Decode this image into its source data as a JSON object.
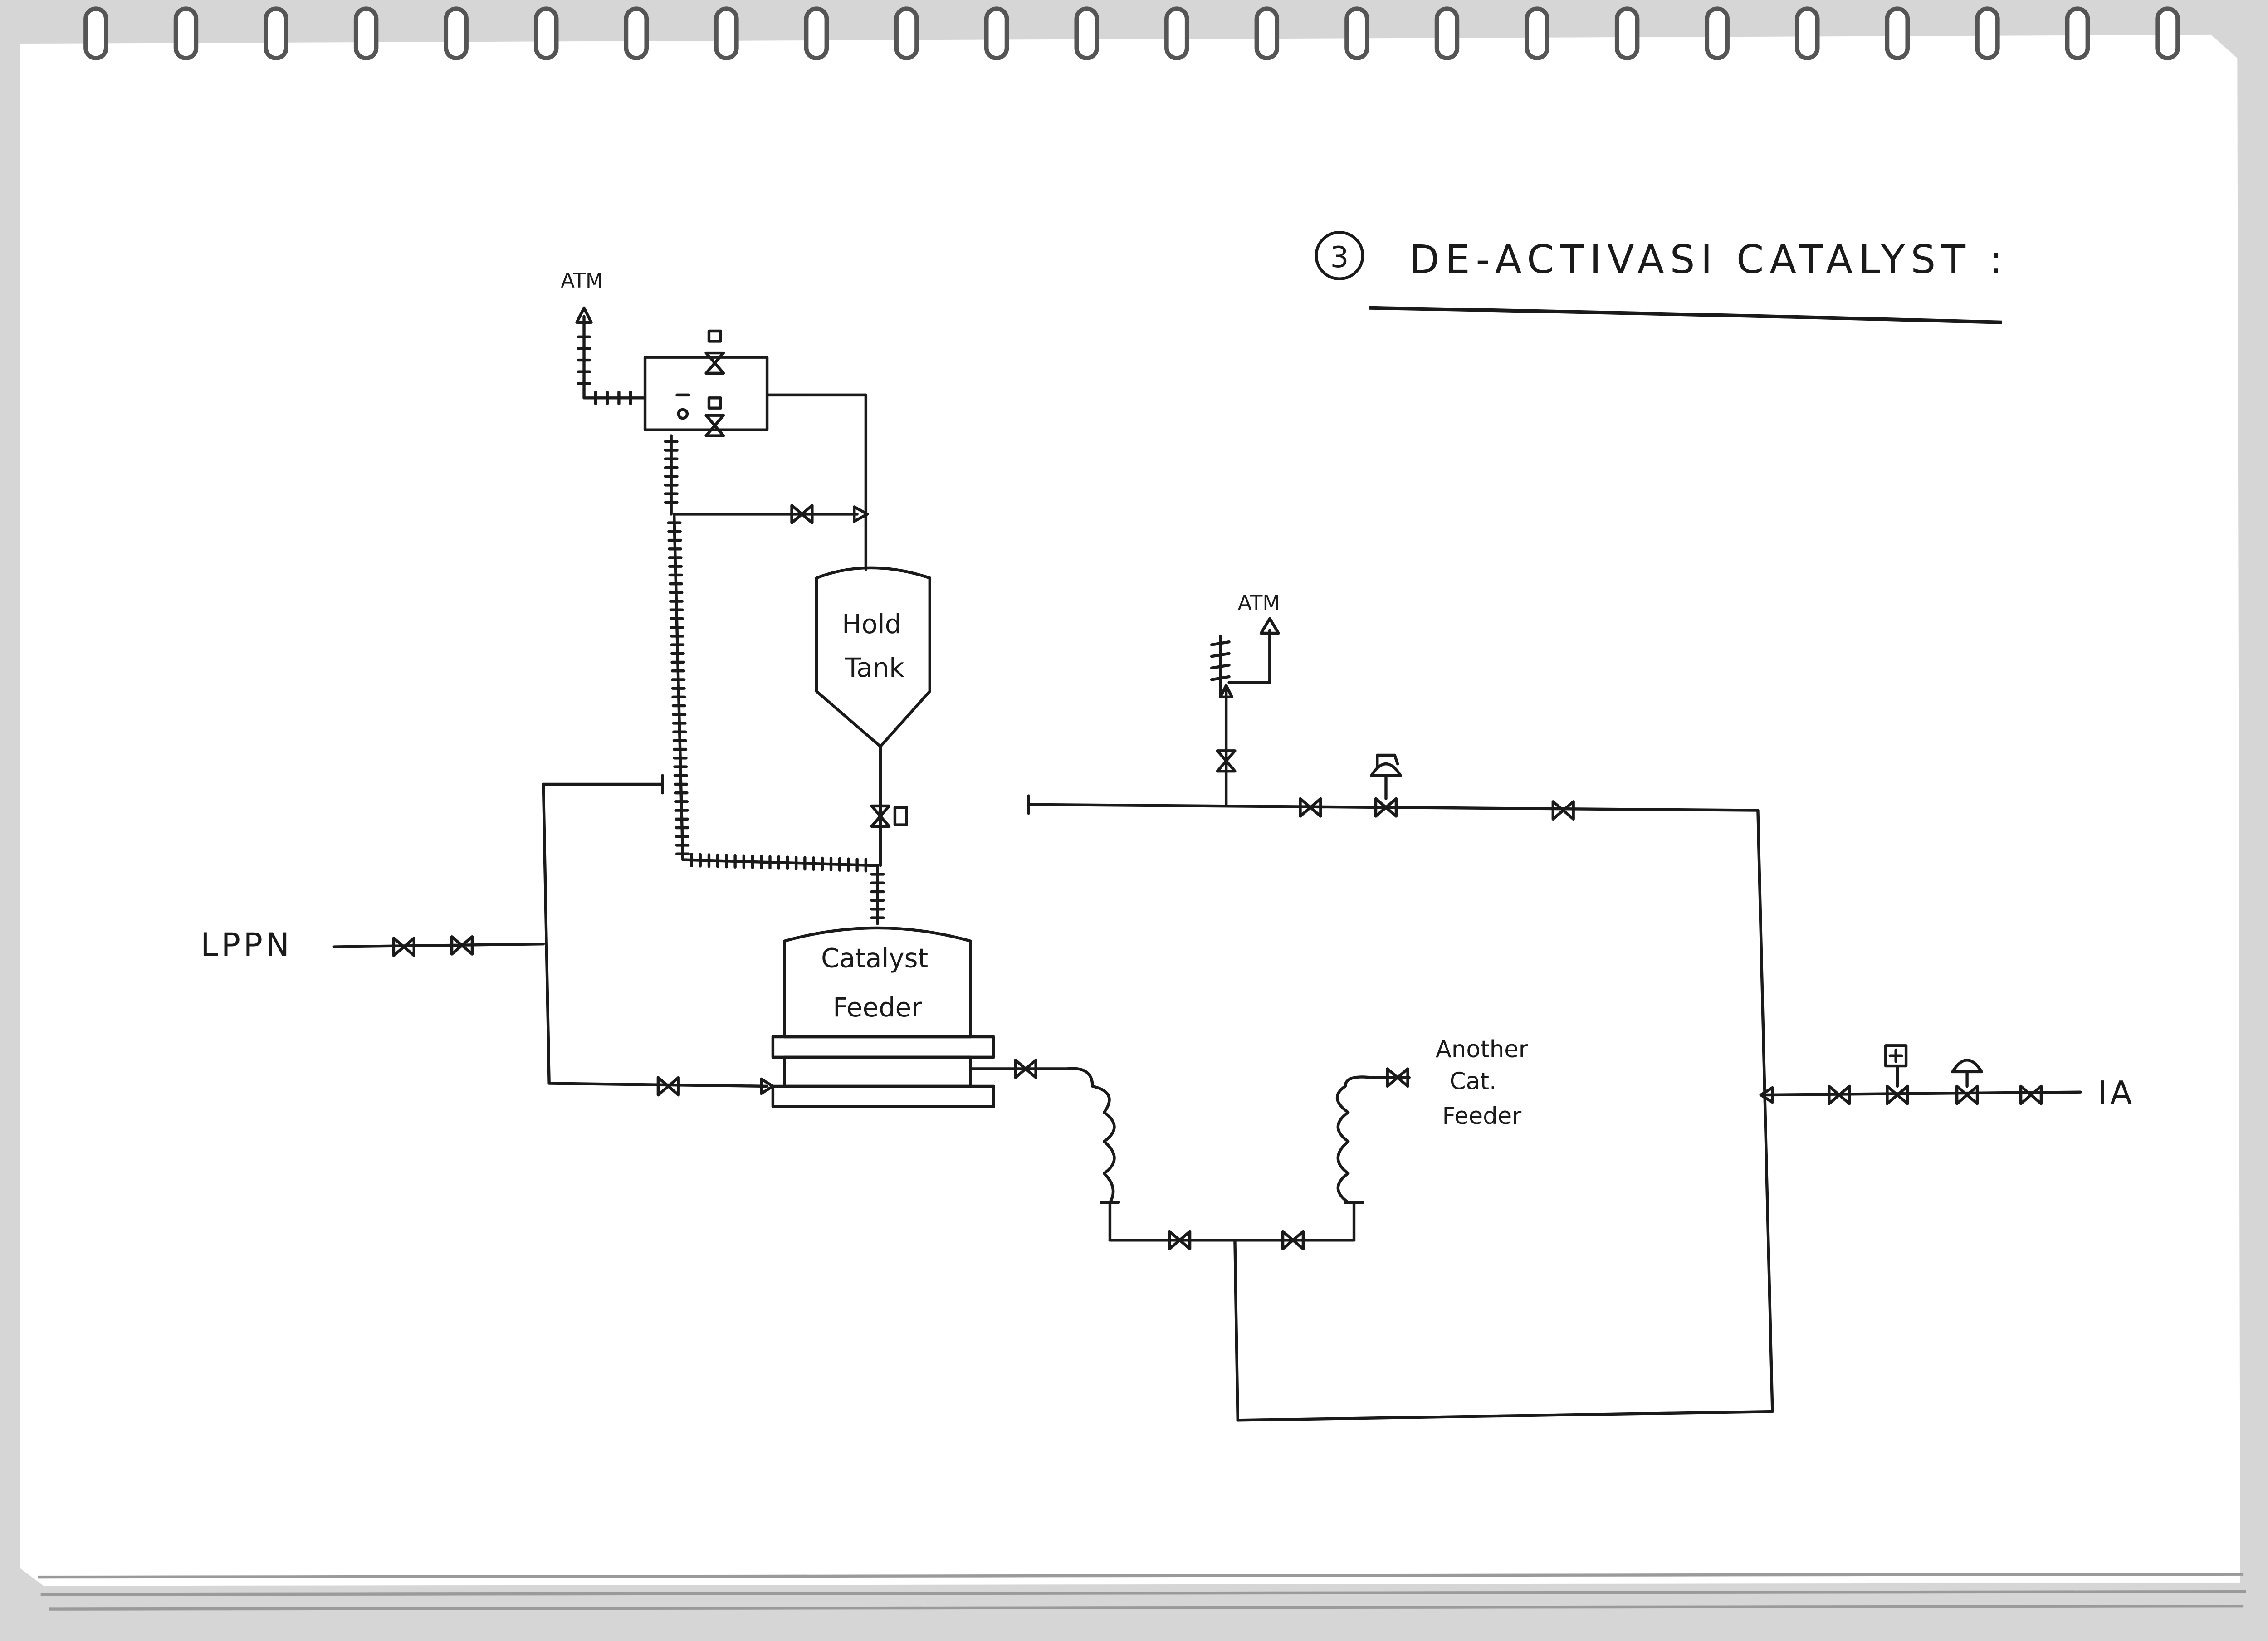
{
  "diagram": {
    "title": {
      "step_number": "3",
      "text": "DE-ACTIVASI  CATALYST :"
    },
    "labels": {
      "atm_top": "ATM",
      "atm_right": "ATM",
      "hold_tank_line1": "Hold",
      "hold_tank_line2": "Tank",
      "catalyst_feeder_line1": "Catalyst",
      "catalyst_feeder_line2": "Feeder",
      "another_feeder_line1": "Another",
      "another_feeder_line2": "Cat.",
      "another_feeder_line3": "Feeder",
      "lppn": "LPPN",
      "ia": "IA"
    },
    "colors": {
      "ink": "#1a1a1a",
      "paper": "#ffffff"
    }
  }
}
